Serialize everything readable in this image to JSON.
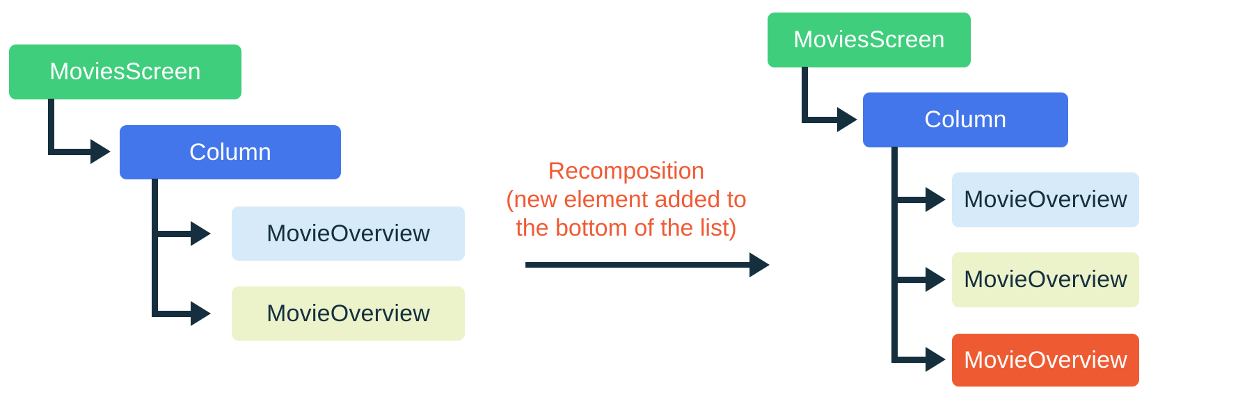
{
  "left_tree": {
    "root_label": "MoviesScreen",
    "container_label": "Column",
    "children": [
      "MovieOverview",
      "MovieOverview"
    ]
  },
  "right_tree": {
    "root_label": "MoviesScreen",
    "container_label": "Column",
    "children": [
      "MovieOverview",
      "MovieOverview",
      "MovieOverview"
    ]
  },
  "transition": {
    "label_lines": [
      "Recomposition",
      "(new element added to",
      "the bottom of the list)"
    ]
  },
  "colors": {
    "root_node": "#3FCE7C",
    "container_node": "#4376EA",
    "child_node_blue": "#D6EAFA",
    "child_node_yellow": "#ECF3CB",
    "child_node_new_orange": "#EE5B32",
    "connector": "#152F3E",
    "annotation_text": "#F05B35",
    "dark_text": "#152F3E",
    "light_text": "#FFFFFF"
  }
}
